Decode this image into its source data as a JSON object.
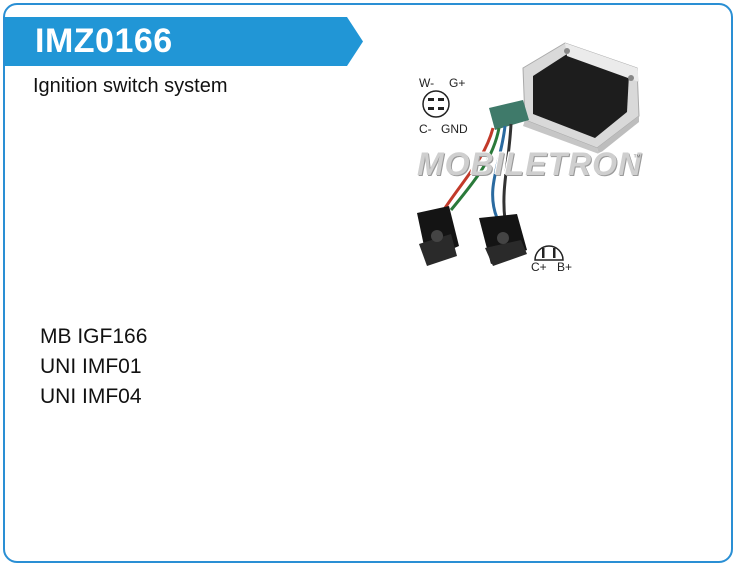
{
  "product": {
    "code": "IMZ0166",
    "description": "Ignition switch system",
    "cross_references": [
      "MB IGF166",
      "UNI IMF01",
      "UNI IMF04"
    ]
  },
  "image": {
    "brand_watermark": "MOBILETRON",
    "trademark": "™",
    "connector_a_labels": {
      "top_left": "W-",
      "top_right": "G+",
      "bottom_left": "C-",
      "bottom_right": "GND"
    },
    "connector_b_labels": {
      "left": "C+",
      "right": "B+"
    }
  },
  "colors": {
    "frame": "#2a8fd4",
    "banner": "#2196d6",
    "banner_text": "#ffffff"
  }
}
